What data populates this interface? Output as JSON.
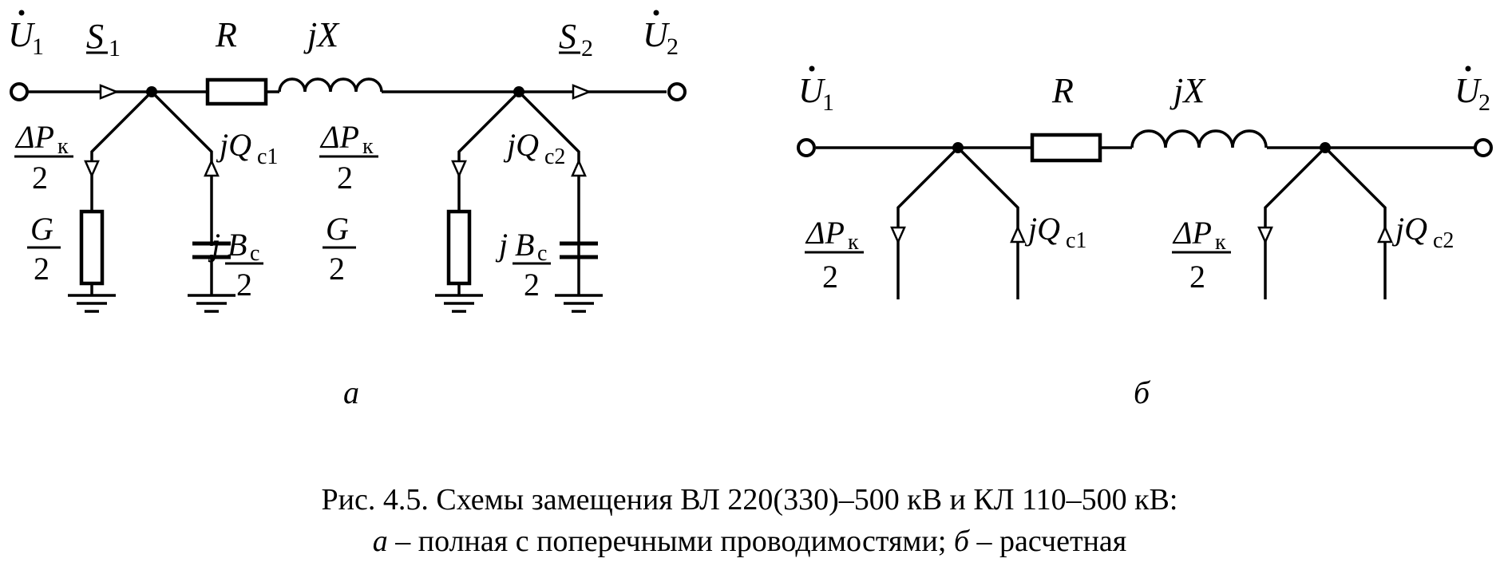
{
  "diagram_a": {
    "panel_label": "а",
    "u1": {
      "sym": "U",
      "sub": "1"
    },
    "s1": {
      "sym": "S",
      "sub": "1"
    },
    "r_label": "R",
    "x_label": "jX",
    "s2": {
      "sym": "S",
      "sub": "2"
    },
    "u2": {
      "sym": "U",
      "sub": "2"
    },
    "dp": {
      "sym": "ΔP",
      "sub": "к",
      "den": "2"
    },
    "g": {
      "num": "G",
      "den": "2"
    },
    "qc1": {
      "pre": "jQ",
      "sub": "c1"
    },
    "qc2": {
      "pre": "jQ",
      "sub": "c2"
    },
    "b": {
      "pre": "j",
      "num": "B",
      "sub": "c",
      "den": "2"
    }
  },
  "diagram_b": {
    "panel_label": "б",
    "u1": {
      "sym": "U",
      "sub": "1"
    },
    "r_label": "R",
    "x_label": "jX",
    "u2": {
      "sym": "U",
      "sub": "2"
    },
    "dp": {
      "sym": "ΔP",
      "sub": "к",
      "den": "2"
    },
    "qc1": {
      "pre": "jQ",
      "sub": "c1"
    },
    "qc2": {
      "pre": "jQ",
      "sub": "c2"
    }
  },
  "caption": {
    "line1": "Рис. 4.5. Схемы замещения ВЛ 220(330)–500 кВ и КЛ 110–500 кВ:",
    "line2_a": "а",
    "line2_a_text": " – полная с поперечными проводимостями; ",
    "line2_b": "б",
    "line2_b_text": " – расчетная"
  }
}
